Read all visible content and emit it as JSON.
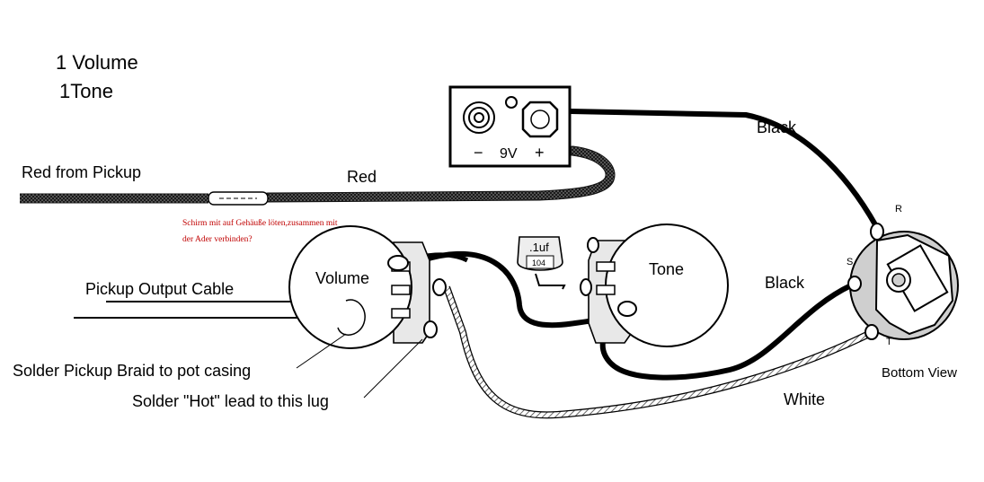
{
  "title_lines": [
    "1 Volume",
    "1Tone"
  ],
  "battery": {
    "minus": "−",
    "voltage": "9V",
    "plus": "+"
  },
  "wire_labels": {
    "red_from_pickup": "Red from Pickup",
    "red": "Red",
    "black_top": "Black",
    "black_mid": "Black",
    "white": "White",
    "pickup_output_cable": "Pickup Output Cable"
  },
  "note_lines": [
    "Schirm mit auf Gehäuße löten,zusammen mit",
    "der Ader verbinden?"
  ],
  "pots": {
    "volume": "Volume",
    "tone": "Tone"
  },
  "capacitor": {
    "value": ".1uf",
    "code": "104"
  },
  "jack": {
    "ring": "R",
    "sleeve": "S",
    "tip": "T",
    "caption": "Bottom View"
  },
  "annotations": {
    "solder_braid": "Solder Pickup Braid to pot casing",
    "solder_hot": "Solder \"Hot\" lead to this lug"
  },
  "colors": {
    "ink": "#000000",
    "note": "#c00000",
    "shield_marker": "#d40000"
  }
}
